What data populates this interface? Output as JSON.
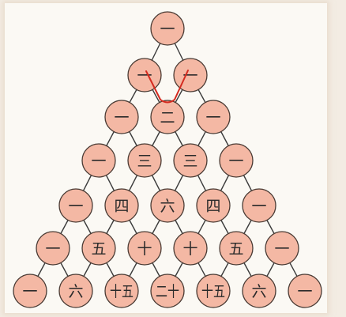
{
  "triangle": {
    "rows": [
      [
        "一"
      ],
      [
        "一",
        "一"
      ],
      [
        "一",
        "二",
        "一"
      ],
      [
        "一",
        "三",
        "三",
        "一"
      ],
      [
        "一",
        "四",
        "六",
        "四",
        "一"
      ],
      [
        "一",
        "五",
        "十",
        "十",
        "五",
        "一"
      ],
      [
        "一",
        "六",
        "十五",
        "二十",
        "十五",
        "六",
        "一"
      ]
    ],
    "node_fill": "#f4b8a4",
    "node_stroke": "#4a3b34",
    "edge_color": "#3a3a3a",
    "highlight_color": "#d42a1f",
    "highlight": {
      "parents": [
        [
          1,
          0
        ],
        [
          1,
          1
        ]
      ],
      "child": [
        2,
        1
      ]
    }
  }
}
